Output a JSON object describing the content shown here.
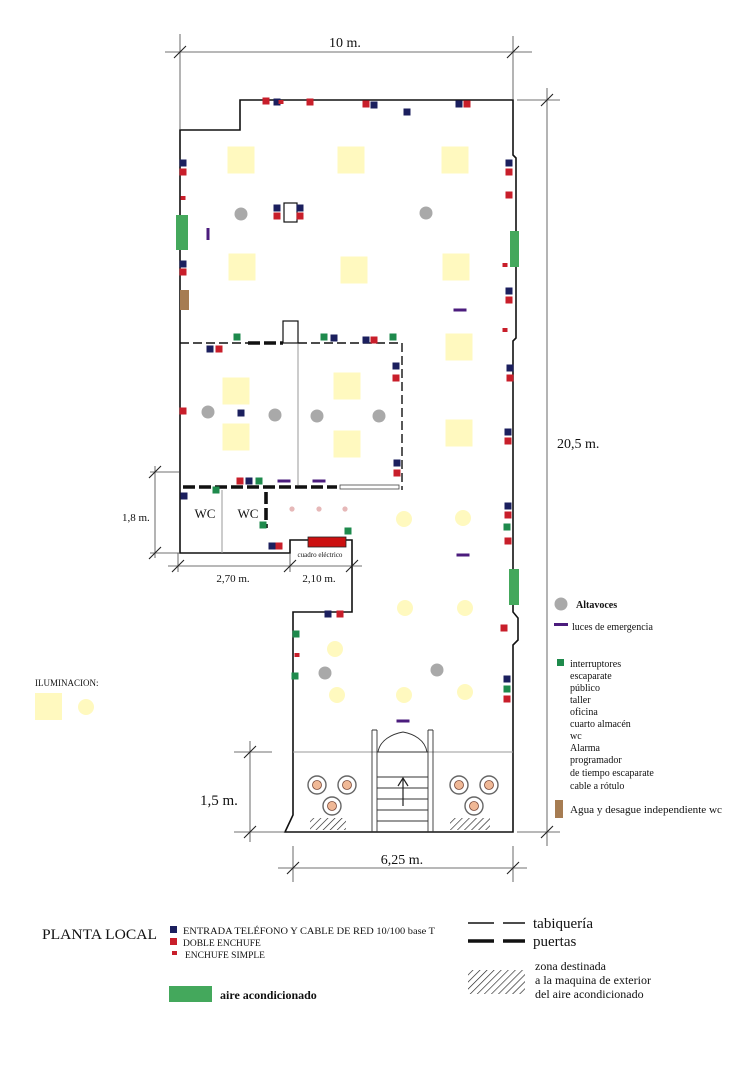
{
  "plan": {
    "title": "PLANTA LOCAL",
    "dimensions": {
      "total_width": "10 m.",
      "total_length": "20,5 m.",
      "wc_depth": "1,8 m.",
      "wc_width": "2,70 m.",
      "panel_width": "2,10 m.",
      "front_depth": "1,5 m.",
      "front_width": "6,25 m."
    },
    "rooms": {
      "wc_1": "WC",
      "wc_2": "WC",
      "electrical_panel": "cuadro eléctrico"
    }
  },
  "legend": {
    "lighting": "ILUMINACION:",
    "speakers": "Altavoces",
    "emergency_lights": "luces de emergencia",
    "switches": {
      "title": "interruptores",
      "items": [
        "escaparate",
        "público",
        "taller",
        "oficina",
        "cuarto almacén",
        "wc",
        "Alarma",
        "programador",
        "de tiempo escaparate",
        "cable a rótulo"
      ]
    },
    "water": "Agua y desague independiente wc",
    "phone_network": "ENTRADA TELÉFONO Y CABLE DE RED 10/100 base T",
    "double_outlet": "DOBLE ENCHUFE",
    "single_outlet": "ENCHUFE SIMPLE",
    "air_conditioning": "aire acondicionado",
    "partition": "tabiquería",
    "doors": "puertas",
    "ac_zone": [
      "zona destinada",
      "a la maquina de exterior",
      "del aire acondicionado"
    ]
  },
  "colors": {
    "phone_network": "#1b1f5e",
    "double_outlet": "#c81e2a",
    "single_outlet": "#c81e2a",
    "switch": "#1e8a4c",
    "air_conditioning": "#44a85c",
    "lighting": "#fff9bf",
    "downlight": "#e6b8b8",
    "speaker": "#a9a9a9",
    "emergency_light": "#4b1c7d",
    "water": "#a67c52",
    "electrical_panel": "#cc1111",
    "front_circle": "#f0b896"
  }
}
